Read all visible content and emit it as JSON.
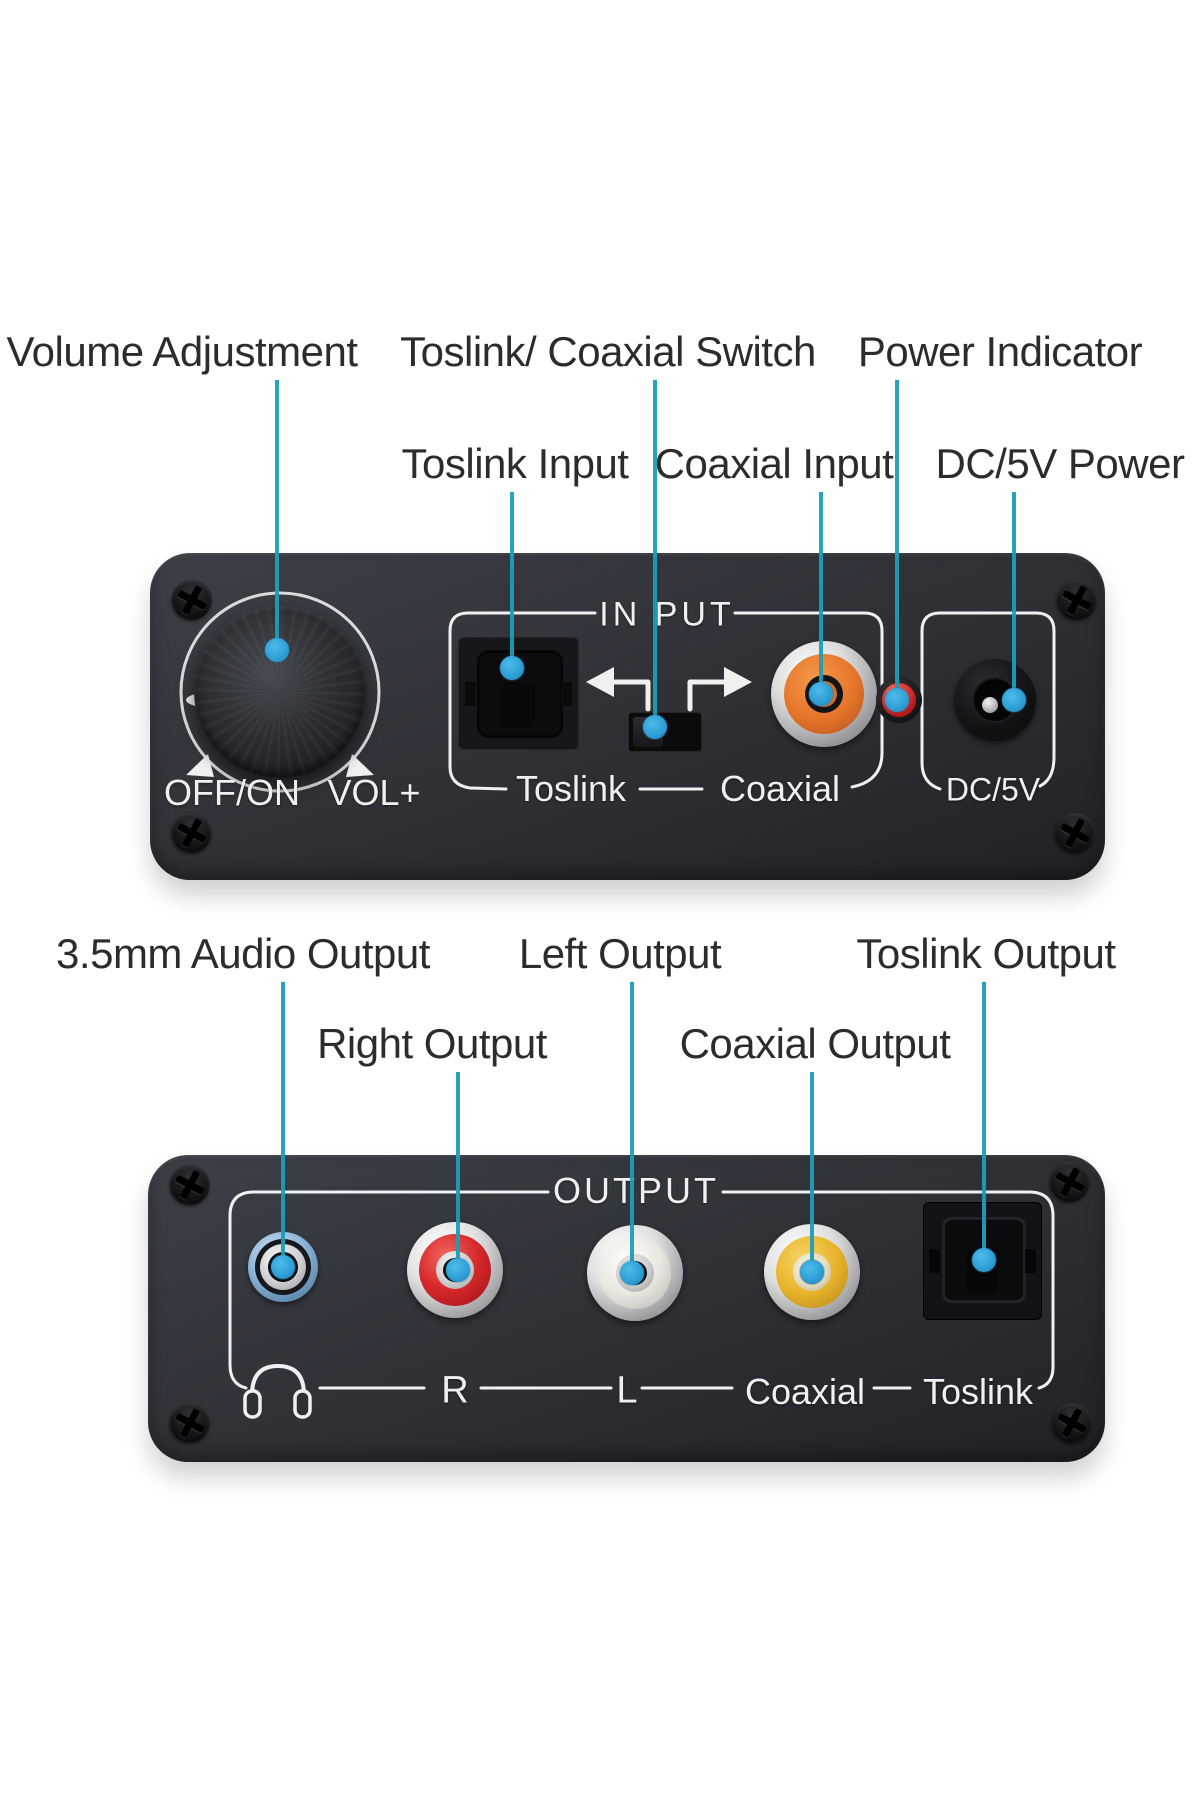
{
  "colors": {
    "callout_line": "#1d9db8",
    "callout_dot": "#2fa3d8",
    "label_text": "#2b2c2e",
    "panel_text": "#f0f0f0",
    "device_body": "#2e3137",
    "coaxial_input_orange": "#e4742a",
    "power_led_red": "#cf1f24",
    "rca_red": "#d7282c",
    "rca_white": "#e9e7e0",
    "rca_yellow": "#e7b32a",
    "jack_35mm_blue": "#8fb6d9"
  },
  "input_view": {
    "callouts": {
      "volume": "Volume Adjustment",
      "switch": "Toslink/ Coaxial Switch",
      "power": "Power Indicator",
      "toslink": "Toslink Input",
      "coaxial": "Coaxial Input",
      "dc": "DC/5V Power"
    },
    "panel": {
      "title": "IN PUT",
      "off_on": "OFF/ON",
      "vol": "VOL+",
      "toslink": "Toslink",
      "coaxial": "Coaxial",
      "dc": "DC/5V"
    }
  },
  "output_view": {
    "callouts": {
      "audio35": "3.5mm Audio Output",
      "right": "Right Output",
      "left": "Left Output",
      "coaxial": "Coaxial Output",
      "toslink": "Toslink Output"
    },
    "panel": {
      "title": "OUTPUT",
      "r": "R",
      "l": "L",
      "coaxial": "Coaxial",
      "toslink": "Toslink"
    }
  }
}
